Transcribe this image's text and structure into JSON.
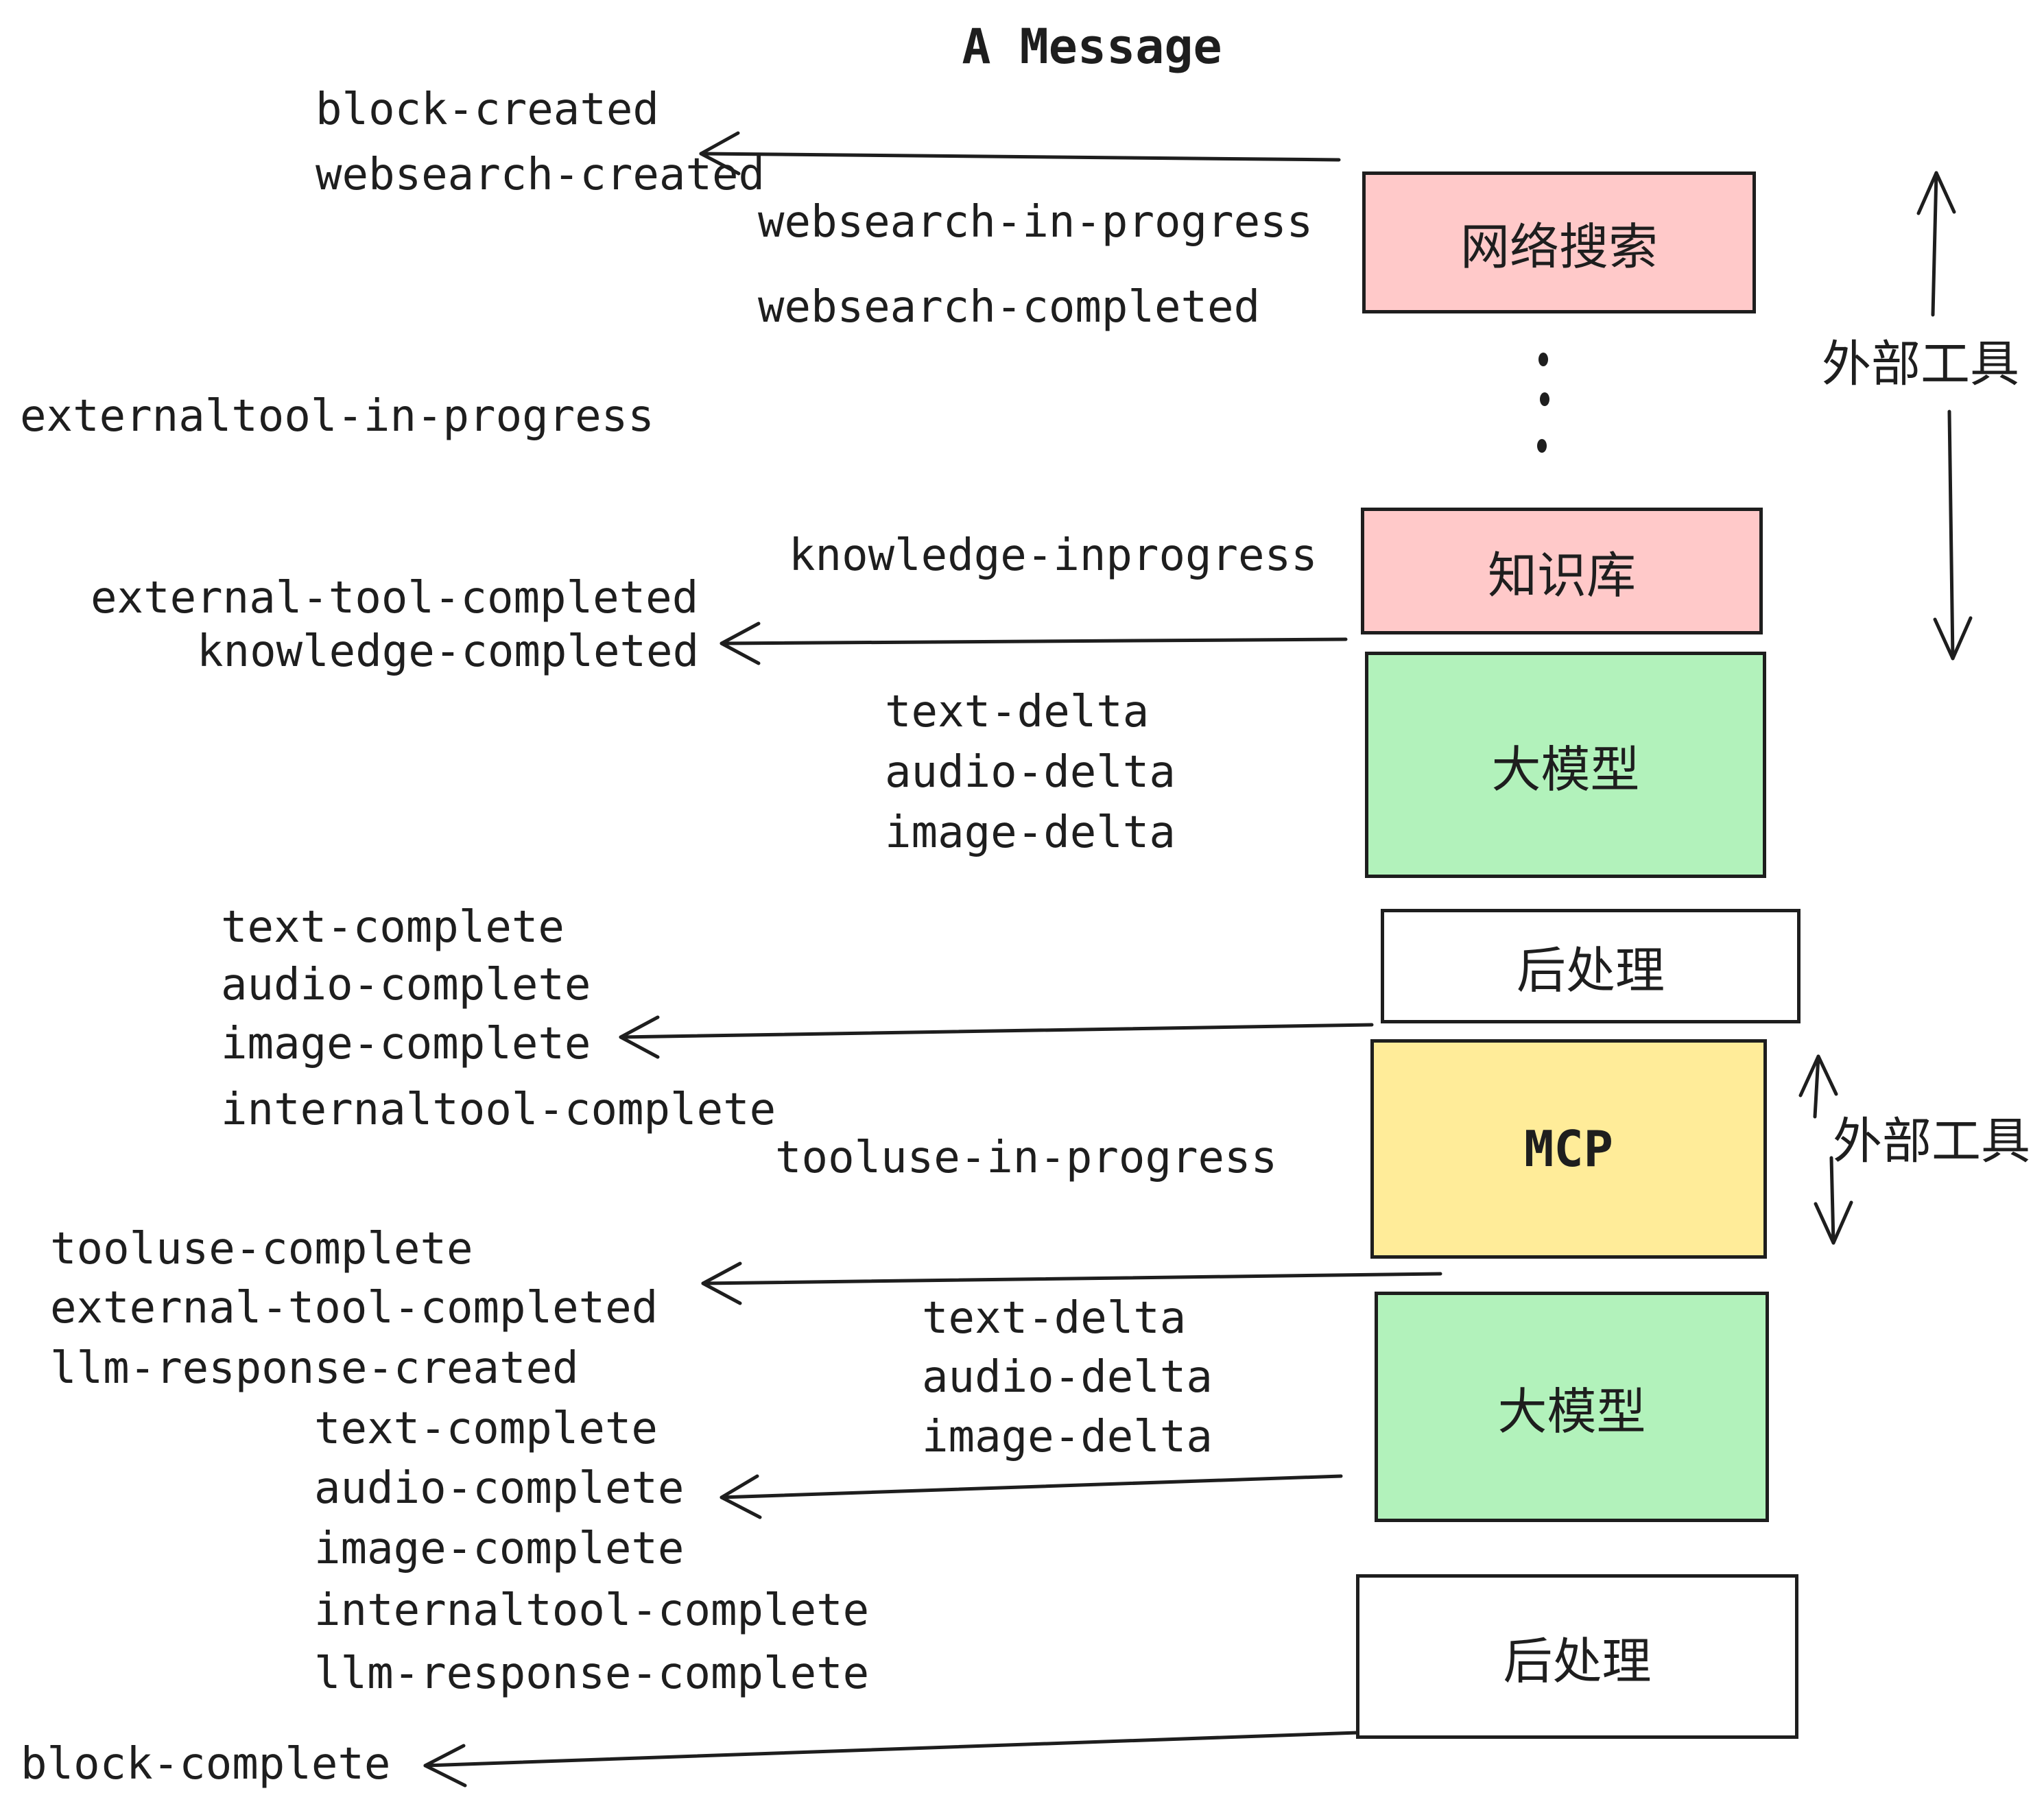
{
  "title": "A Message",
  "colors": {
    "ink": "#1e1e1e",
    "background": "#ffffff",
    "pink": "#ffc9c9",
    "green": "#b2f2bb",
    "yellow": "#ffec99",
    "white": "#ffffff"
  },
  "events": {
    "block_created": "block-created",
    "websearch_created": "websearch-created",
    "websearch_in_progress": "websearch-in-progress",
    "websearch_completed": "websearch-completed",
    "externaltool_in_progress": "externaltool-in-progress",
    "knowledge_inprogress": "knowledge-inprogress",
    "external_tool_completed": "external-tool-completed",
    "knowledge_completed": "knowledge-completed",
    "text_delta": "text-delta",
    "audio_delta": "audio-delta",
    "image_delta": "image-delta",
    "text_complete": "text-complete",
    "audio_complete": "audio-complete",
    "image_complete": "image-complete",
    "internaltool_complete": "internaltool-complete",
    "tooluse_in_progress": "tooluse-in-progress",
    "tooluse_complete": "tooluse-complete",
    "llm_response_created": "llm-response-created",
    "llm_response_complete": "llm-response-complete",
    "block_complete": "block-complete"
  },
  "boxes": [
    {
      "id": "websearch",
      "label": "网络搜索",
      "fill": "#ffc9c9"
    },
    {
      "id": "knowledge",
      "label": "知识库",
      "fill": "#ffc9c9"
    },
    {
      "id": "llm-top",
      "label": "大模型",
      "fill": "#b2f2bb"
    },
    {
      "id": "postprocess-top",
      "label": "后处理",
      "fill": "#ffffff"
    },
    {
      "id": "mcp",
      "label": "MCP",
      "fill": "#ffec99"
    },
    {
      "id": "llm-bottom",
      "label": "大模型",
      "fill": "#b2f2bb"
    },
    {
      "id": "postprocess-bottom",
      "label": "后处理",
      "fill": "#ffffff"
    }
  ],
  "side_labels": {
    "external_tools_top": "外部工具",
    "external_tools_bottom": "外部工具"
  }
}
